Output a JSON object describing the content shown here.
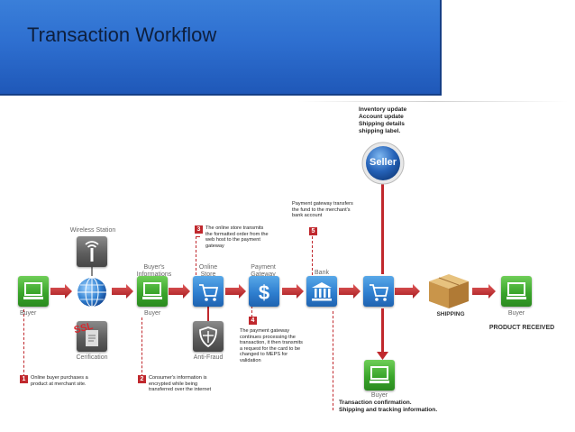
{
  "slide": {
    "title": "Transaction Workflow"
  },
  "nodes": {
    "buyer_start": "Buyer",
    "wireless_station": "Wireless Station",
    "certification": "Cerification",
    "buyers_informations_top": "Buyer's Informations",
    "buyer_info_bottom": "Buyer",
    "online_store": "Online Store",
    "anti_fraud": "Anti-Fraud",
    "payment_gateway": "Payment Gateway",
    "bank": "Bank",
    "shipping": "SHIPPING",
    "buyer_end": "Buyer",
    "product_received": "PRODUCT RECEIVED",
    "seller": "Seller",
    "buyer_confirm": "Buyer",
    "ssl": "SSL"
  },
  "seller_tasks": [
    "Inventory update",
    "Account update",
    "Shipping details",
    "shipping label."
  ],
  "buyer_confirmation": [
    "Transaction confirmation.",
    "Shipping and tracking information."
  ],
  "steps": [
    {
      "num": "1",
      "lines": [
        "Online buyer purchases a",
        "product at merchant site."
      ]
    },
    {
      "num": "2",
      "lines": [
        "Consumer's information is",
        "encrypted while being",
        "transferred over the internet"
      ]
    },
    {
      "num": "3",
      "lines": [
        "The online store transmits",
        "the formatted order from the",
        "web host to the payment",
        "gateway"
      ]
    },
    {
      "num": "4",
      "lines": [
        "The payment gateway",
        "continues processing the",
        "transaction, it then transmits",
        "a request for the card to be",
        "changed to MEPS for",
        "validation"
      ]
    },
    {
      "num": "5",
      "lines": [
        "Payment gateway transfers",
        "the fund to the merchant's",
        "bank account"
      ]
    }
  ],
  "colors": {
    "accent_red": "#c0282d",
    "header_blue": "#2e6fd0",
    "node_green": "#3aa52b",
    "node_blue": "#2f7fd0"
  }
}
